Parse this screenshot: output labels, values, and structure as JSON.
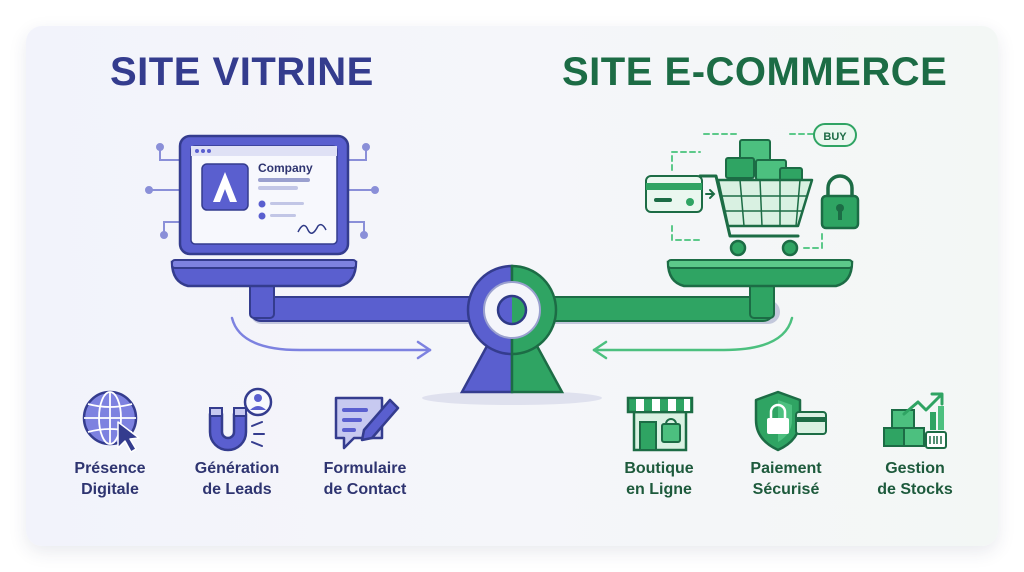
{
  "titles": {
    "left": "SITE VITRINE",
    "right": "SITE E-COMMERCE"
  },
  "mockups": {
    "company_label": "Company",
    "buy_label": "BUY"
  },
  "colors": {
    "vitrine": "#5a5fcf",
    "vitrine_dark": "#343c8e",
    "ecommerce": "#2fa463",
    "ecommerce_dark": "#1c6c45"
  },
  "features_left": [
    {
      "icon": "globe-cursor-icon",
      "line1": "Présence",
      "line2": "Digitale"
    },
    {
      "icon": "magnet-user-icon",
      "line1": "Génération",
      "line2": "de Leads"
    },
    {
      "icon": "form-pencil-icon",
      "line1": "Formulaire",
      "line2": "de Contact"
    }
  ],
  "features_right": [
    {
      "icon": "storefront-icon",
      "line1": "Boutique",
      "line2": "en Ligne"
    },
    {
      "icon": "shield-lock-card-icon",
      "line1": "Paiement",
      "line2": "Sécurisé"
    },
    {
      "icon": "boxes-growth-icon",
      "line1": "Gestion",
      "line2": "de Stocks"
    }
  ]
}
